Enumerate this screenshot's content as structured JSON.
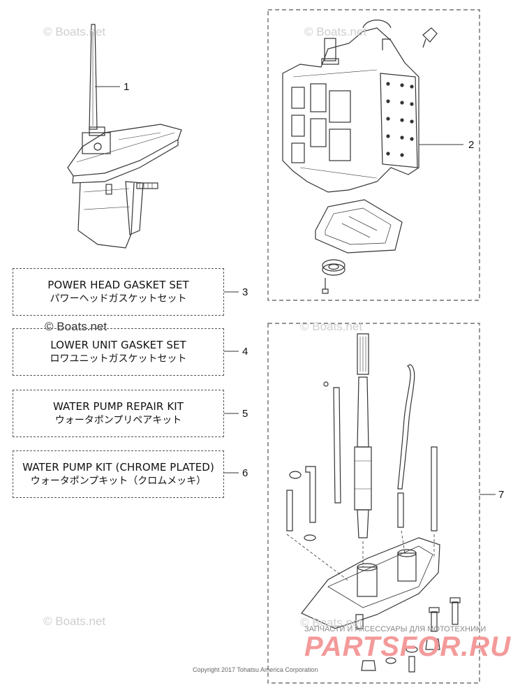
{
  "watermarks": [
    "© Boats.net",
    "© Boats.net",
    "© Boats.net",
    "© Boats.net",
    "© Boats.net"
  ],
  "watermark_dark": "© Boats.net",
  "callouts": [
    "1",
    "2",
    "3",
    "4",
    "5",
    "6",
    "7"
  ],
  "kits": [
    {
      "en": "POWER HEAD GASKET SET",
      "jp": "パワーヘッドガスケットセット"
    },
    {
      "en": "LOWER UNIT GASKET SET",
      "jp": "ロワユニットガスケットセット"
    },
    {
      "en": "WATER PUMP REPAIR KIT",
      "jp": "ウォータポンプリペアキット"
    },
    {
      "en": "WATER PUMP KIT (CHROME PLATED)",
      "jp": "ウォータポンプキット（クロムメッキ）"
    }
  ],
  "brand": {
    "sub": "ЗАПЧАСТИ И АКСЕССУАРЫ ДЛЯ МОТОТЕХНИКИ",
    "main": "PARTSFOR.RU"
  },
  "copyright": "Copyright 2017 Tohatsu America Corporation",
  "colors": {
    "line": "#333333",
    "dash": "#555555",
    "watermark": "#cfcfcf",
    "brand": "#f39a9a"
  }
}
